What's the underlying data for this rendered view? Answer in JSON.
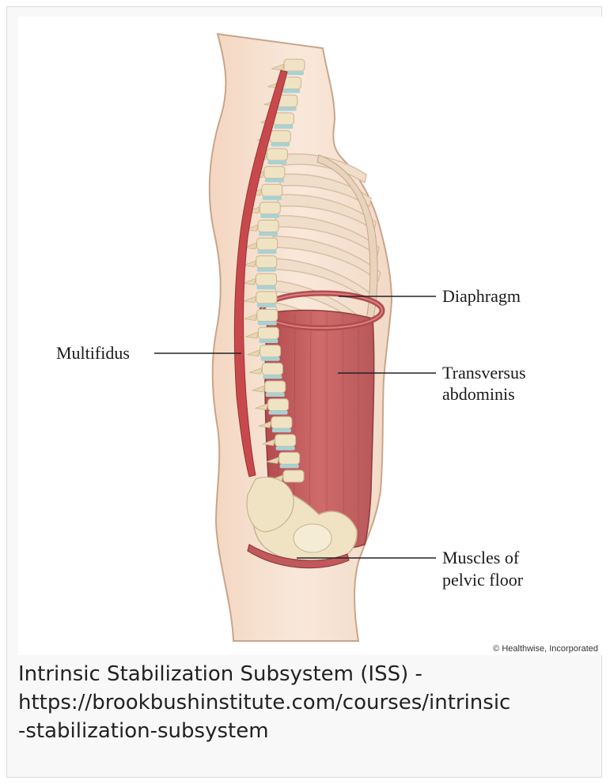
{
  "figure": {
    "labels": {
      "diaphragm": "Diaphragm",
      "multifidus": "Multifidus",
      "transversus_line1": "Transversus",
      "transversus_line2": "abdominis",
      "pelvic_line1": "Muscles of",
      "pelvic_line2": "pelvic floor"
    },
    "credit": "© Healthwise, Incorporated"
  },
  "caption": {
    "line1": "Intrinsic Stabilization Subsystem (ISS) -",
    "line2": "https://brookbushinstitute.com/courses/intrinsic",
    "line3": "-stabilization-subsystem"
  },
  "colors": {
    "skin": "#f6e1cf",
    "outline": "#c9a58a",
    "muscle": "#c1585a",
    "bone": "#efe3c4",
    "disc": "#a9d1d3",
    "rib": "#ead7c2"
  }
}
